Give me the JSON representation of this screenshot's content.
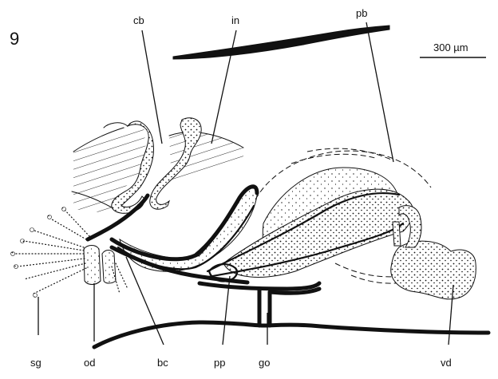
{
  "figure": {
    "number": "9",
    "scale_bar": {
      "label": "300 µm"
    },
    "labels": {
      "cb": "cb",
      "in": "in",
      "pb": "pb",
      "sg": "sg",
      "od": "od",
      "bc": "bc",
      "pp": "pp",
      "go": "go",
      "vd": "vd"
    }
  },
  "colors": {
    "ink": "#111111",
    "background": "#ffffff"
  }
}
